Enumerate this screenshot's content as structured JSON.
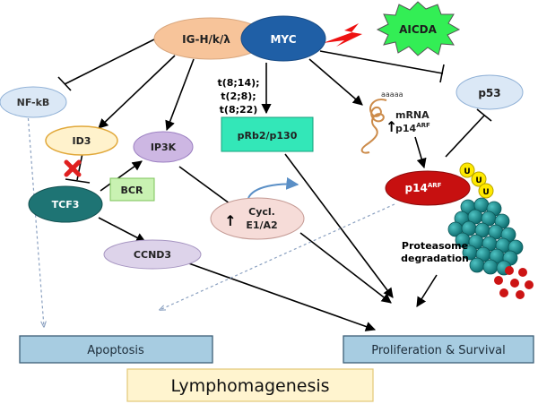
{
  "colors": {
    "ig_fill": "#f7c49a",
    "myc_fill": "#1f5fa6",
    "aicda_fill": "#33ee55",
    "bolt": "#ee1111",
    "nfkb_fill": "#dbe8f6",
    "id3_fill": "#fff2cc",
    "ip3k_fill": "#cdb7e3",
    "prb2_fill": "#33e7b8",
    "tcf3_fill": "#1e7474",
    "bcr_fill": "#c9f2b2",
    "cycl_fill": "#f6dcd8",
    "ccnd3_fill": "#ddd3ea",
    "p53_fill": "#dbe8f6",
    "p14_fill": "#c71010",
    "ubiquitin_fill": "#ffe900",
    "proteasome_fill": "#1a8f90",
    "fragment_fill": "#cc1414",
    "outcome_fill": "#a7cce1",
    "lymphoma_fill": "#fff4cf",
    "mrna_stroke": "#cc8b4a",
    "feedback_arrow": "#5a8fc6"
  },
  "nodes": {
    "ig": "IG-H/k/λ",
    "myc": "MYC",
    "aicda": "AICDA",
    "nfkb": "NF-kB",
    "id3": "ID3",
    "ip3k": "IP3K",
    "prb2": "pRb2/p130",
    "tcf3": "TCF3",
    "bcr": "BCR",
    "cycl_line1": "Cycl.",
    "cycl_line2": "E1/A2",
    "ccnd3": "CCND3",
    "p53": "p53",
    "p14": "p14",
    "p14_sup": "ARF",
    "ubiquitin": "U"
  },
  "translocations": [
    "t(8;14);",
    "t(2;8);",
    "t(8;22)"
  ],
  "mrna": {
    "poly_a": "aaaaa",
    "line1": "mRNA",
    "line2": "p14",
    "line2_sup": "ARF"
  },
  "proteasome": {
    "line1": "Proteasome",
    "line2": "degradation"
  },
  "outcomes": {
    "apoptosis": "Apoptosis",
    "proliferation": "Proliferation & Survival"
  },
  "result": "Lymphomagenesis"
}
